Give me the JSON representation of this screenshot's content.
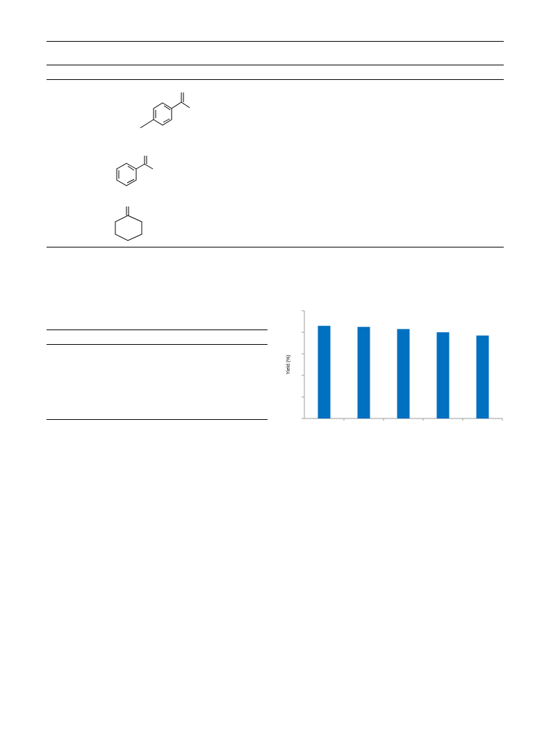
{
  "table1": {
    "compounds": [
      {
        "name": "4-methyl-alpha-methylstyrene-structure-icon"
      },
      {
        "name": "alpha-methylstyrene-structure-icon"
      },
      {
        "name": "methylenecyclohexane-structure-icon"
      }
    ]
  },
  "chart_data": {
    "type": "bar",
    "ylabel": "Yield (%)",
    "categories": [
      "",
      "",
      "",
      "",
      ""
    ],
    "series": [
      {
        "values": [
          86,
          85,
          83,
          80,
          77
        ]
      }
    ],
    "ylim": [
      0,
      100
    ],
    "y_ticks": [
      0,
      20,
      40,
      60,
      80,
      100
    ],
    "grid": false,
    "bar_color": "#0070C0",
    "axis_color": "#9A9A9A"
  }
}
